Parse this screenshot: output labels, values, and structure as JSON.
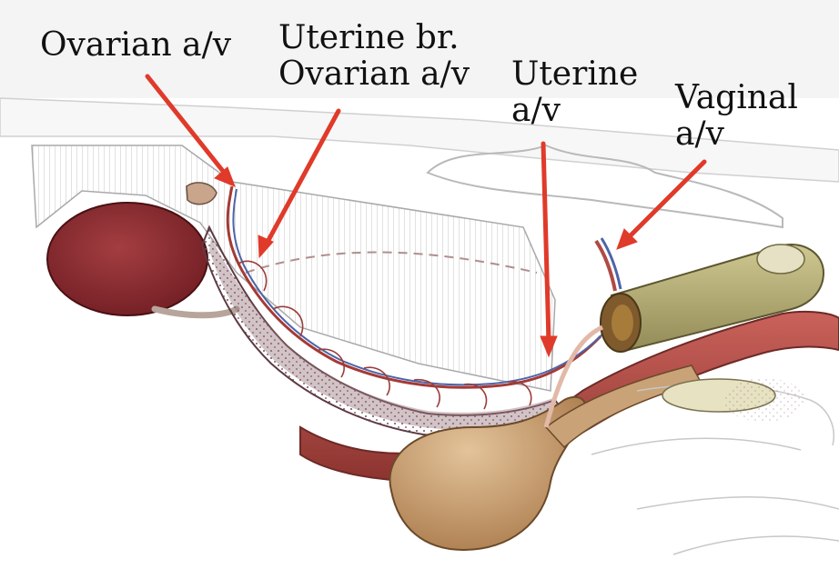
{
  "labels": {
    "ovarian": "Ovarian a/v",
    "uterine_branch": "Uterine br.\nOvarian a/v",
    "uterine": "Uterine\na/v",
    "vaginal": "Vaginal\na/v"
  },
  "colors": {
    "pointer_arrow": "#e03a2a",
    "ovary": "#8c2a2e",
    "artery": "#b04a44",
    "vein": "#4d64a8",
    "bladder": "#c9a277",
    "vagina_tube": "#b6ad76",
    "uterine_horn": "#8a6a70",
    "broad_ligament": "#eeeeee"
  }
}
